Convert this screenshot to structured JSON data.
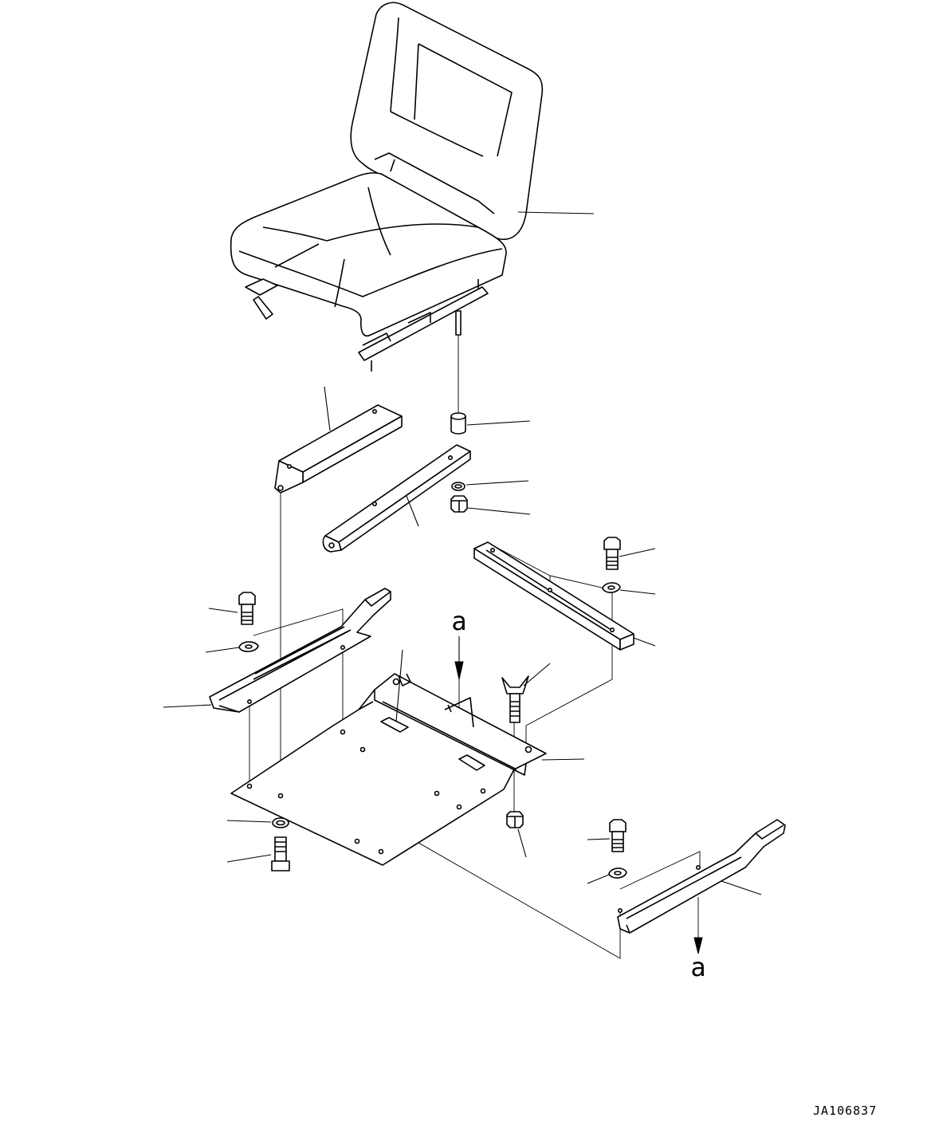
{
  "labels": {
    "view_arrow_top": "a",
    "view_arrow_bottom": "a",
    "drawing_number": "JA106837"
  },
  "colors": {
    "line": "#000000",
    "background": "#ffffff"
  }
}
